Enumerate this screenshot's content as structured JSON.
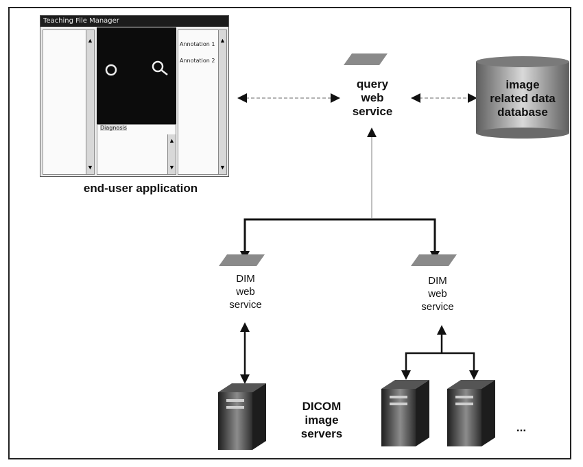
{
  "app_window": {
    "title": "Teaching File Manager",
    "annotation_1": "Annotation 1",
    "annotation_2": "Annotation 2",
    "diagnosis": "Diagnosis"
  },
  "labels": {
    "end_user_application": "end-user application",
    "query_web_service": "query\nweb\nservice",
    "database": "image\nrelated data\ndatabase",
    "dim_web_service_left": "DIM\nweb\nservice",
    "dim_web_service_right": "DIM\nweb\nservice",
    "dicom_image_servers": "DICOM\nimage\nservers",
    "ellipsis": "..."
  },
  "colors": {
    "arrow": "#1a1a1a",
    "dashed_line": "#999999",
    "service_plate": "#8a8a8a",
    "database": "#9a9a9a",
    "server": "#3a3a3a"
  }
}
